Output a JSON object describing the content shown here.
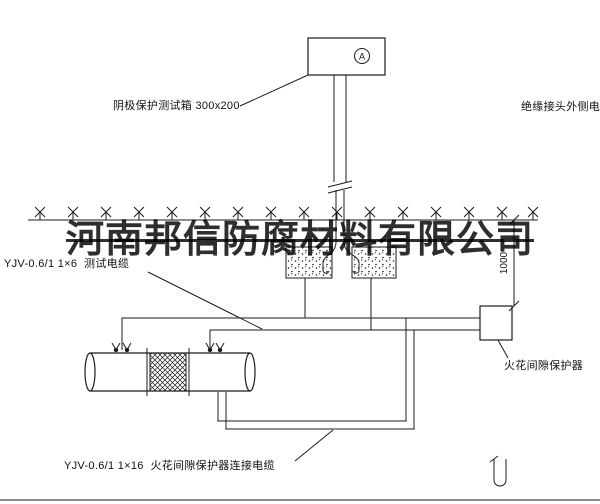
{
  "drawing": {
    "watermark": "河南邦信防腐材料有限公司",
    "annotations": {
      "test_box_label": "阴极保护测试箱 300x200",
      "insulation_joint_cable_label": "绝缘接头外侧电缆",
      "test_cable_label": "YJV-0.6/1 1×6  测试电缆",
      "spark_gap_label": "火花间隙保护器",
      "connection_cable_label": "YJV-0.6/1 1×16  火花间隙保护器连接电缆"
    },
    "dimensions": {
      "depth": "1000"
    },
    "symbols": {
      "meter_letter": "A"
    },
    "colors": {
      "line": "#1b1b1b",
      "watermark": "#000000",
      "background": "#ffffff"
    }
  }
}
